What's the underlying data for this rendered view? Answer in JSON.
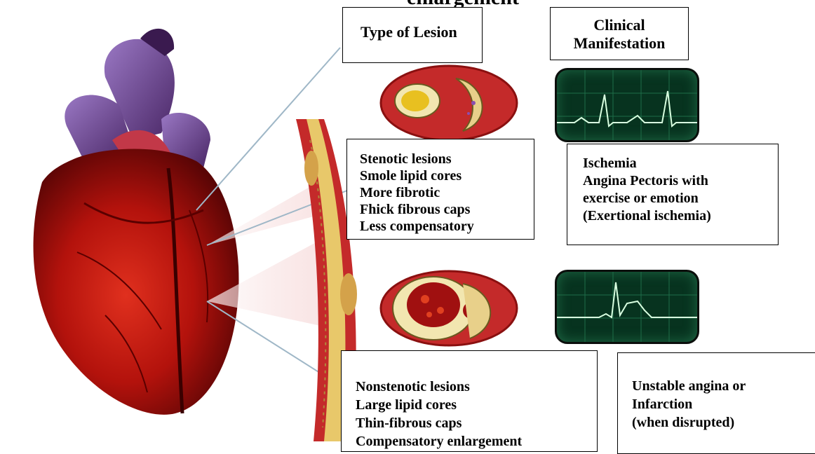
{
  "title_fragment": "enlargement",
  "headers": {
    "lesion": "Type of Lesion",
    "clinical": [
      "Clinical",
      "Manifestation"
    ]
  },
  "stenotic": {
    "lines": [
      "Stenotic lesions",
      "Smole lipid cores",
      "More fibrotic",
      "Fhick fibrous caps",
      "Less compensatory"
    ],
    "manifestation": [
      "Ischemia",
      "Angina Pectoris with",
      "exercise or emotion",
      "(Exertional ischemia)"
    ]
  },
  "nonstenotic": {
    "lines": [
      "Nonstenotic lesions",
      "Large lipid cores",
      "Thin-fibrous caps",
      "Compensatory enlargement"
    ],
    "manifestation": [
      "Unstable angina or",
      "Infarction",
      "(when disrupted)"
    ]
  },
  "colors": {
    "heart_red": "#b3120c",
    "heart_dark": "#5a0505",
    "aorta_purple": "#6b3f8f",
    "plaque_yellow": "#e8c86a",
    "ecg_green": "#0b3a24",
    "ecg_trace": "#d8ffe0"
  },
  "icons": [
    "heart-illustration",
    "artery-wall-illustration",
    "stenotic-artery-cross-section",
    "nonstenotic-artery-cross-section",
    "ecg-normal-monitor",
    "ecg-st-elevation-monitor"
  ]
}
